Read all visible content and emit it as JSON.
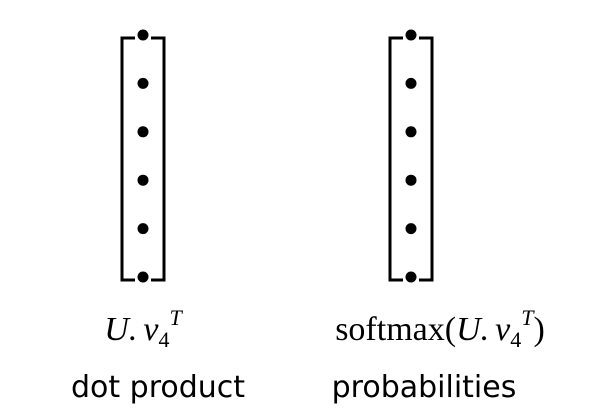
{
  "vectors": [
    {
      "id": "dot-product",
      "elements": 6,
      "formula": {
        "prefix": "",
        "base": "U.",
        "var": "v",
        "subscript": "4",
        "superscript": "T",
        "suffix": ""
      },
      "caption": "dot product"
    },
    {
      "id": "probabilities",
      "elements": 6,
      "formula": {
        "prefix": "softmax(",
        "base": "U.",
        "var": "v",
        "subscript": "4",
        "superscript": "T",
        "suffix": ")"
      },
      "caption": "probabilities"
    }
  ],
  "colors": {
    "ink": "#000000",
    "background": "#ffffff"
  }
}
